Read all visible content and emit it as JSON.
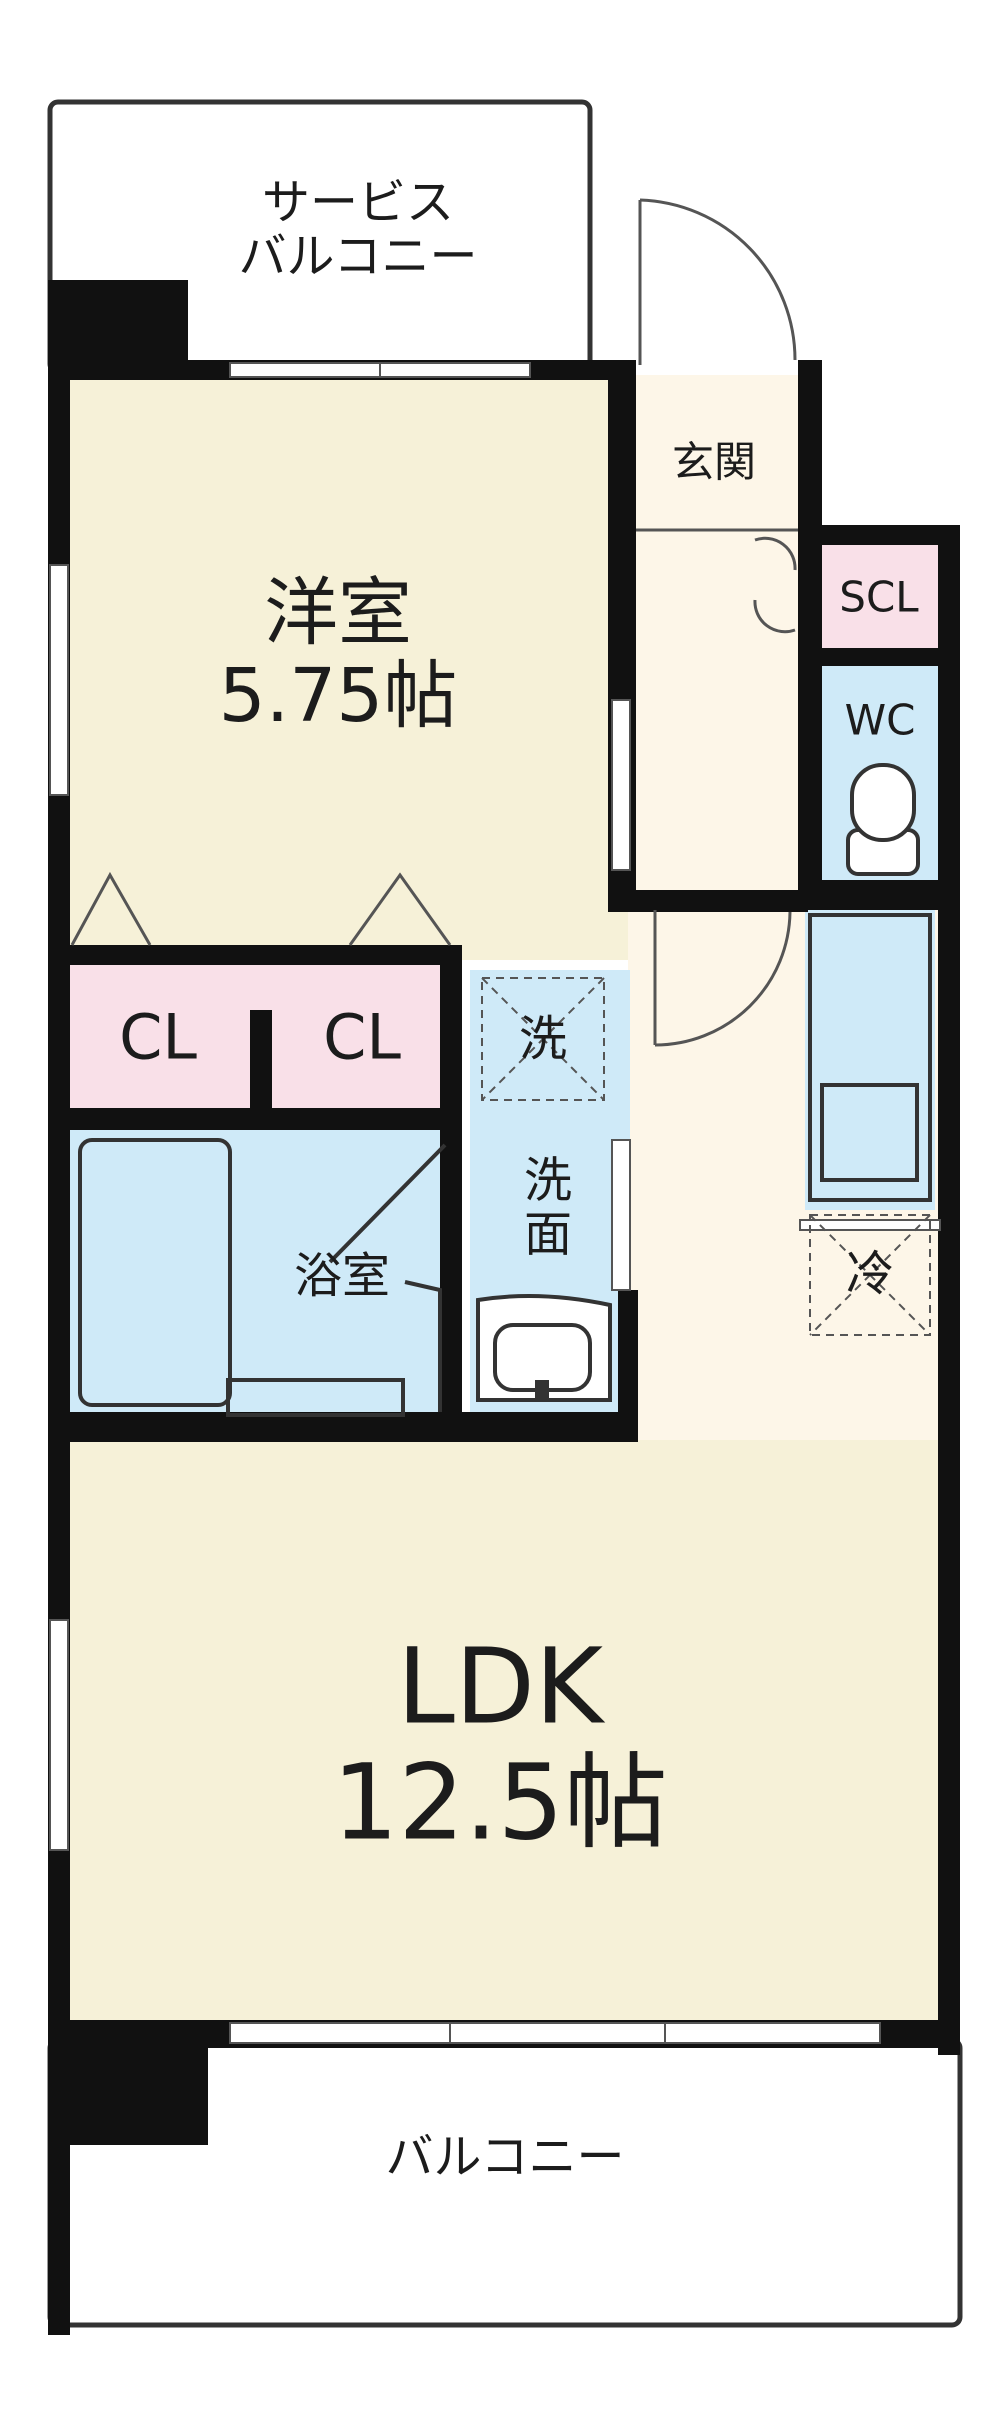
{
  "colors": {
    "wall": "#111111",
    "room": "#f6f1d8",
    "corridor": "#fdf6e8",
    "wet": "#cfeaf8",
    "closet": "#f9e0e8",
    "fixture_stroke": "#333333"
  },
  "rooms": {
    "service_balcony": "サービス\nバルコニー",
    "entrance": "玄関",
    "scl": "SCL",
    "wc": "WC",
    "western_room": "洋室\n5.75帖",
    "cl_left": "CL",
    "cl_right": "CL",
    "washer": "洗",
    "washroom": "洗\n面",
    "bath": "浴室",
    "fridge": "冷",
    "ldk": "LDK\n12.5帖",
    "balcony": "バルコニー"
  }
}
